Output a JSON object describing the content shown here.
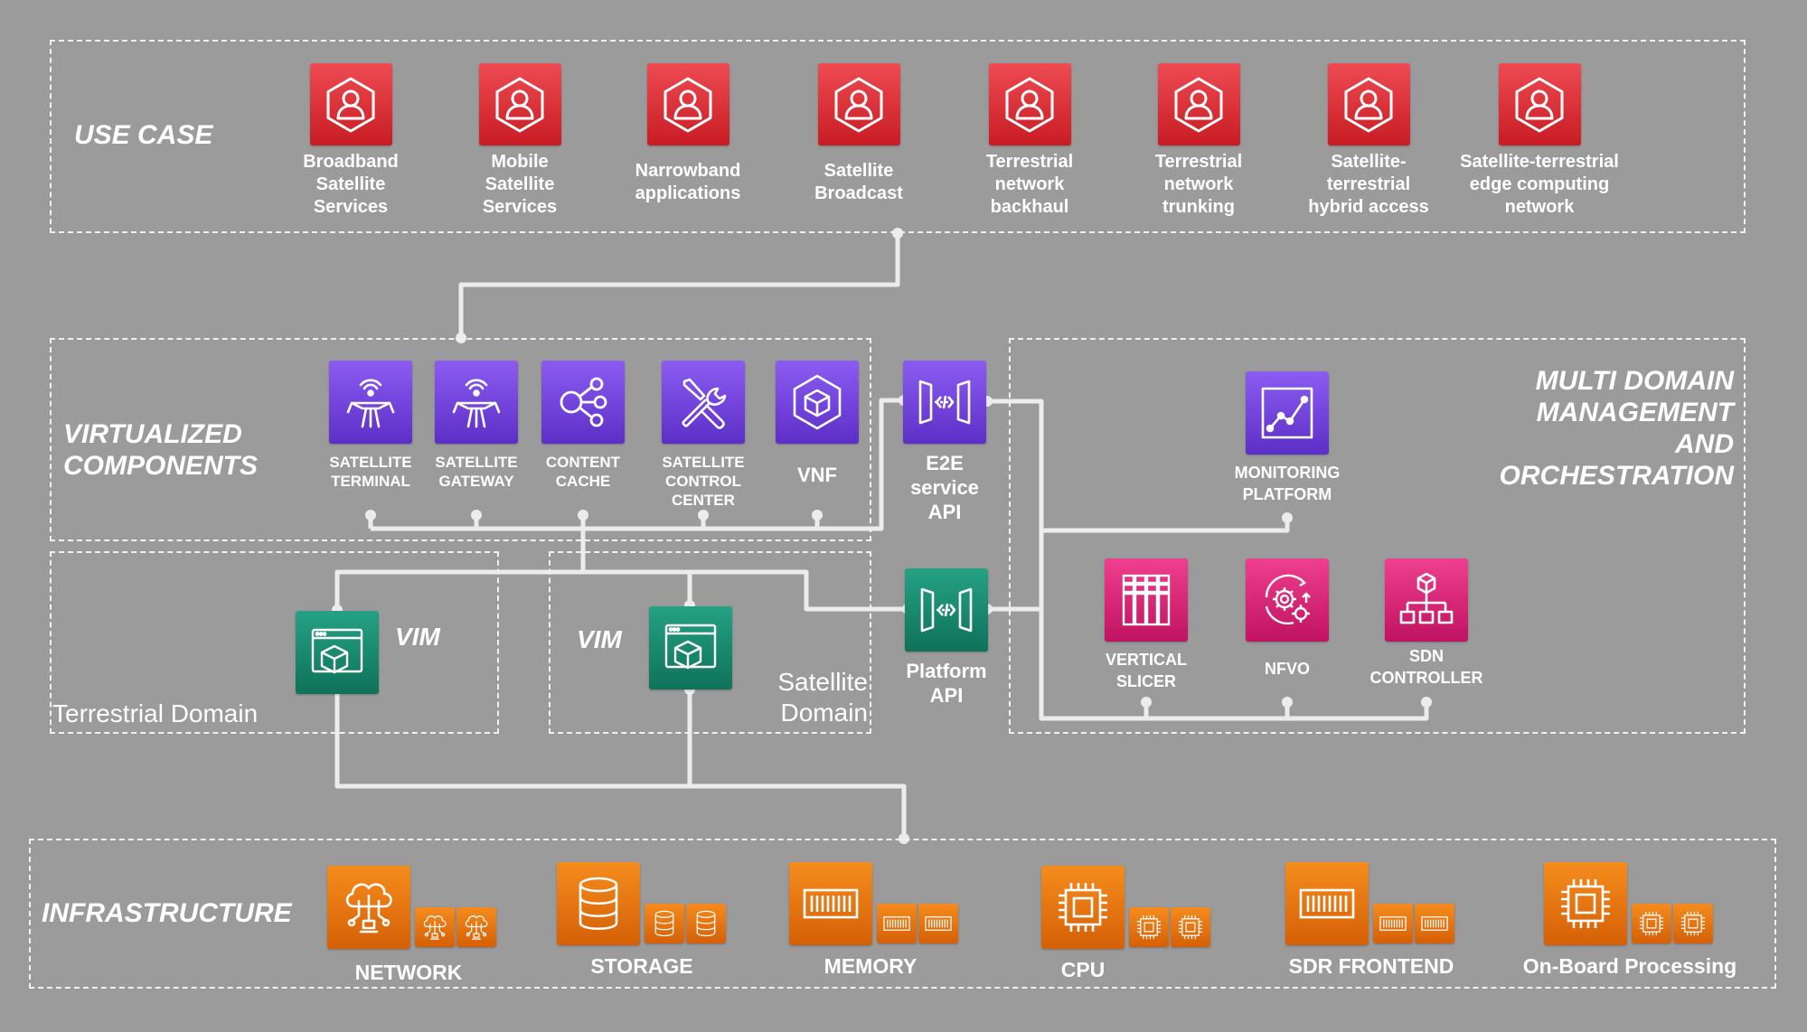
{
  "colors": {
    "background": "#9b9b9b",
    "use_case": "#d9262e",
    "virtualized": "#6f40de",
    "vim_api": "#17866b",
    "management": "#d81b73",
    "infrastructure": "#e8730f"
  },
  "sections": {
    "use_case": "USE CASE",
    "virtualized_components": "VIRTUALIZED\nCOMPONENTS",
    "multi_domain": "MULTI DOMAIN\nMANAGEMENT\nAND\nORCHESTRATION",
    "infrastructure": "INFRASTRUCTURE"
  },
  "use_cases": [
    {
      "label": "Broadband\nSatellite\nServices",
      "icon": "user-hexagon-icon"
    },
    {
      "label": "Mobile\nSatellite\nServices",
      "icon": "user-hexagon-icon"
    },
    {
      "label": "Narrowband\napplications",
      "icon": "user-hexagon-icon"
    },
    {
      "label": "Satellite\nBroadcast",
      "icon": "user-hexagon-icon"
    },
    {
      "label": "Terrestrial\nnetwork\nbackhaul",
      "icon": "user-hexagon-icon"
    },
    {
      "label": "Terrestrial\nnetwork\ntrunking",
      "icon": "user-hexagon-icon"
    },
    {
      "label": "Satellite-\nterrestrial\nhybrid access",
      "icon": "user-hexagon-icon"
    },
    {
      "label": "Satellite-terrestrial\nedge computing\nnetwork",
      "icon": "user-hexagon-icon"
    }
  ],
  "components": [
    {
      "label": "SATELLITE\nTERMINAL",
      "icon": "satellite-dish-icon"
    },
    {
      "label": "SATELLITE\nGATEWAY",
      "icon": "satellite-dish-icon"
    },
    {
      "label": "CONTENT\nCACHE",
      "icon": "share-nodes-icon"
    },
    {
      "label": "SATELLITE\nCONTROL\nCENTER",
      "icon": "tools-icon"
    },
    {
      "label": "VNF",
      "icon": "cube-icon"
    }
  ],
  "apis": {
    "e2e": "E2E\nservice\nAPI",
    "platform": "Platform\nAPI"
  },
  "vim": {
    "terrestrial": "VIM",
    "satellite": "VIM"
  },
  "domains": {
    "terrestrial": "Terrestrial Domain",
    "satellite": "Satellite\nDomain"
  },
  "management": {
    "monitoring": "MONITORING\nPLATFORM",
    "slicer": "VERTICAL\nSLICER",
    "nfvo": "NFVO",
    "sdn": "SDN\nCONTROLLER"
  },
  "infrastructure": [
    {
      "label": "NETWORK",
      "icon": "cloud-network-icon"
    },
    {
      "label": "STORAGE",
      "icon": "database-icon"
    },
    {
      "label": "MEMORY",
      "icon": "memory-icon"
    },
    {
      "label": "CPU",
      "icon": "chip-icon"
    },
    {
      "label": "SDR FRONTEND",
      "icon": "memory-icon"
    },
    {
      "label": "On-Board Processing",
      "icon": "chip-icon"
    }
  ]
}
